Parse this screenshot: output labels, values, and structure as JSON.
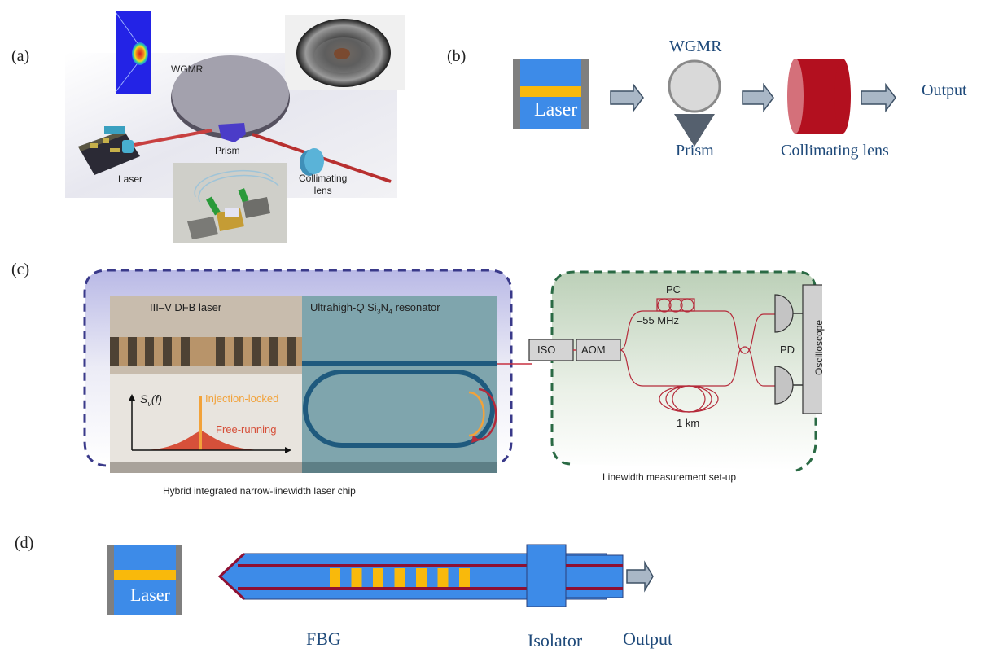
{
  "panels": {
    "a": {
      "label": "(a)",
      "wgmr": "WGMR",
      "prism": "Prism",
      "laser": "Laser",
      "collimating_lens_line1": "Collimating",
      "collimating_lens_line2": "lens"
    },
    "b": {
      "label": "(b)",
      "laser": "Laser",
      "wgmr": "WGMR",
      "prism": "Prism",
      "collimating_lens": "Collimating lens",
      "output": "Output"
    },
    "c": {
      "label": "(c)",
      "dfb_laser": "III–V DFB laser",
      "resonator_prefix": "Ultrahigh-",
      "resonator_q": "Q",
      "resonator_si": " Si",
      "resonator_sub3": "3",
      "resonator_n": "N",
      "resonator_sub4": "4",
      "resonator_suffix": " resonator",
      "spectrum_axis_s": "S",
      "spectrum_axis_nu": "ν",
      "spectrum_axis_f": "(f)",
      "injection_locked": "Injection-locked",
      "free_running": "Free-running",
      "chip_caption": "Hybrid integrated narrow-linewidth laser chip",
      "iso": "ISO",
      "aom": "AOM",
      "pc": "PC",
      "freq_shift": "–55 MHz",
      "fiber_length": "1 km",
      "pd": "PD",
      "oscilloscope": "Oscilloscope",
      "setup_caption": "Linewidth measurement set-up"
    },
    "d": {
      "label": "(d)",
      "laser": "Laser",
      "fbg": "FBG",
      "isolator": "Isolator",
      "output": "Output"
    }
  },
  "colors": {
    "laser_blue": "#3d8be8",
    "gain_yellow": "#f9b90b",
    "housing_gray": "#7f7f7f",
    "lens_red": "#b3101f",
    "arrow_gray": "#a9b7c6",
    "fiber_red": "#9e1030",
    "text_navy": "#1f4a7a"
  }
}
